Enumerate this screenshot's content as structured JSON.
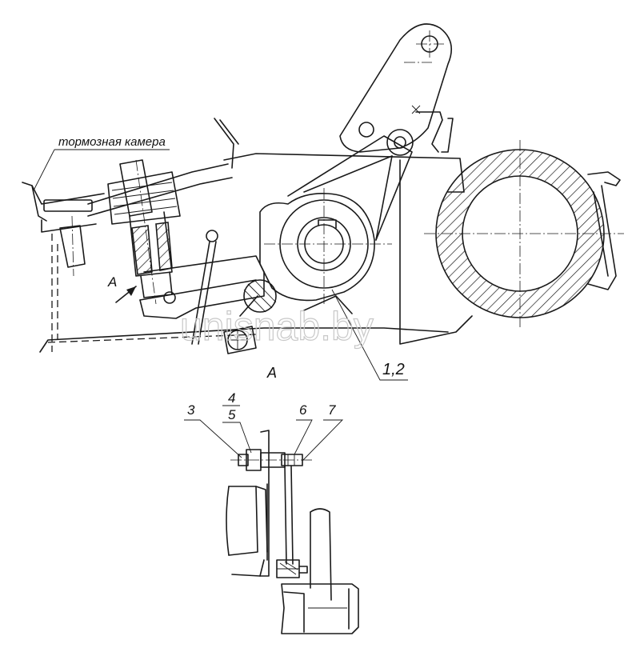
{
  "labels": {
    "brake_chamber": "тормозная камера",
    "view_arrow": "A",
    "view_title": "A",
    "callout_1_2": "1,2",
    "callout_3": "3",
    "callout_4": "4",
    "callout_5": "5",
    "callout_6": "6",
    "callout_7": "7"
  },
  "watermark": "unisnab.by",
  "colors": {
    "line": "#1a1a1a",
    "background": "#ffffff",
    "watermark": "#c8c8c8"
  }
}
